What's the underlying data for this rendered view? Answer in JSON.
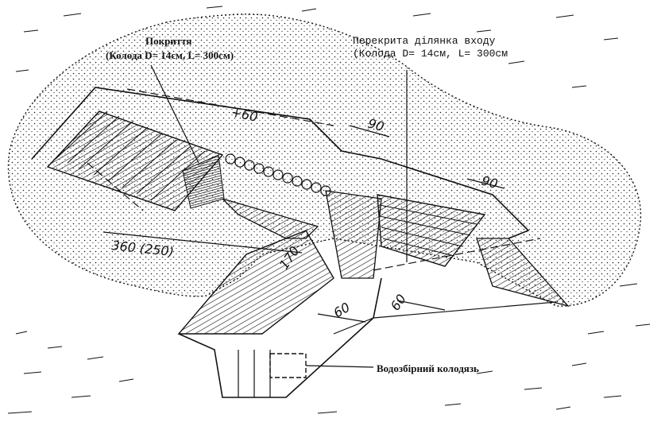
{
  "labels": {
    "roof_title": "Покриття",
    "roof_spec": "(Колода D= 14см, L= 300см)",
    "entry_title": "Перекрита ділянка входу",
    "entry_spec": "(Колода D= 14см, L= 300см",
    "well": "Водозбірний колодязь"
  },
  "dimensions": {
    "top": "+60",
    "entry_width": "90",
    "side_width": "90",
    "length": "360 (250)",
    "depth": "170",
    "step_1": "60",
    "step_2": "60"
  }
}
